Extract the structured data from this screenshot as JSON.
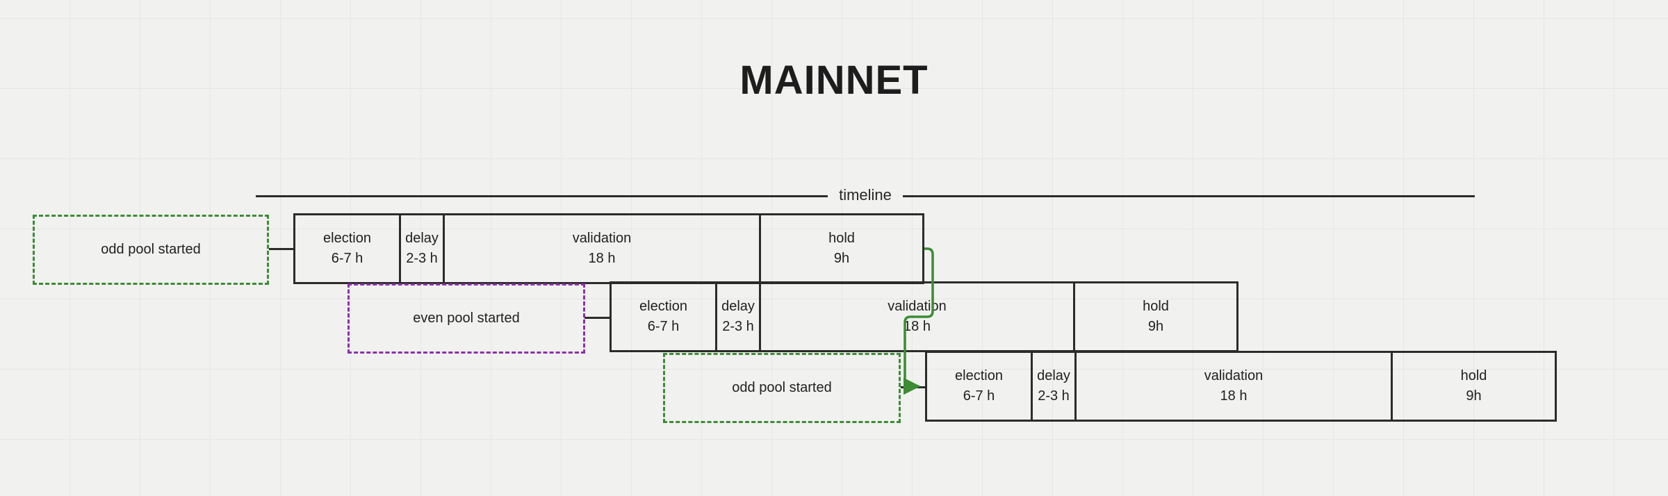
{
  "page": {
    "title": "MAINNET",
    "background_color": "#f1f1f0",
    "line_color": "#2b2b2b",
    "accent_green": "#3c8c33",
    "accent_purple": "#8b30a8"
  },
  "timeline": {
    "label": "timeline"
  },
  "rows": [
    {
      "id": "row-1",
      "cells": [
        {
          "name": "election",
          "duration": "6-7 h"
        },
        {
          "name": "delay",
          "duration": "2-3 h"
        },
        {
          "name": "validation",
          "duration": "18 h"
        },
        {
          "name": "hold",
          "duration": "9h"
        }
      ]
    },
    {
      "id": "row-2",
      "cells": [
        {
          "name": "election",
          "duration": "6-7 h"
        },
        {
          "name": "delay",
          "duration": "2-3 h"
        },
        {
          "name": "validation",
          "duration": "18 h"
        },
        {
          "name": "hold",
          "duration": "9h"
        }
      ]
    },
    {
      "id": "row-3",
      "cells": [
        {
          "name": "election",
          "duration": "6-7 h"
        },
        {
          "name": "delay",
          "duration": "2-3 h"
        },
        {
          "name": "validation",
          "duration": "18 h"
        },
        {
          "name": "hold",
          "duration": "9h"
        }
      ]
    }
  ],
  "annotations": [
    {
      "id": "ann-1",
      "label": "odd pool started",
      "color": "#3c8c33",
      "style": "dashed"
    },
    {
      "id": "ann-2",
      "label": "even pool started",
      "color": "#8b30a8",
      "style": "dashed"
    },
    {
      "id": "ann-3",
      "label": "odd pool started",
      "color": "#3c8c33",
      "style": "dashed"
    }
  ]
}
